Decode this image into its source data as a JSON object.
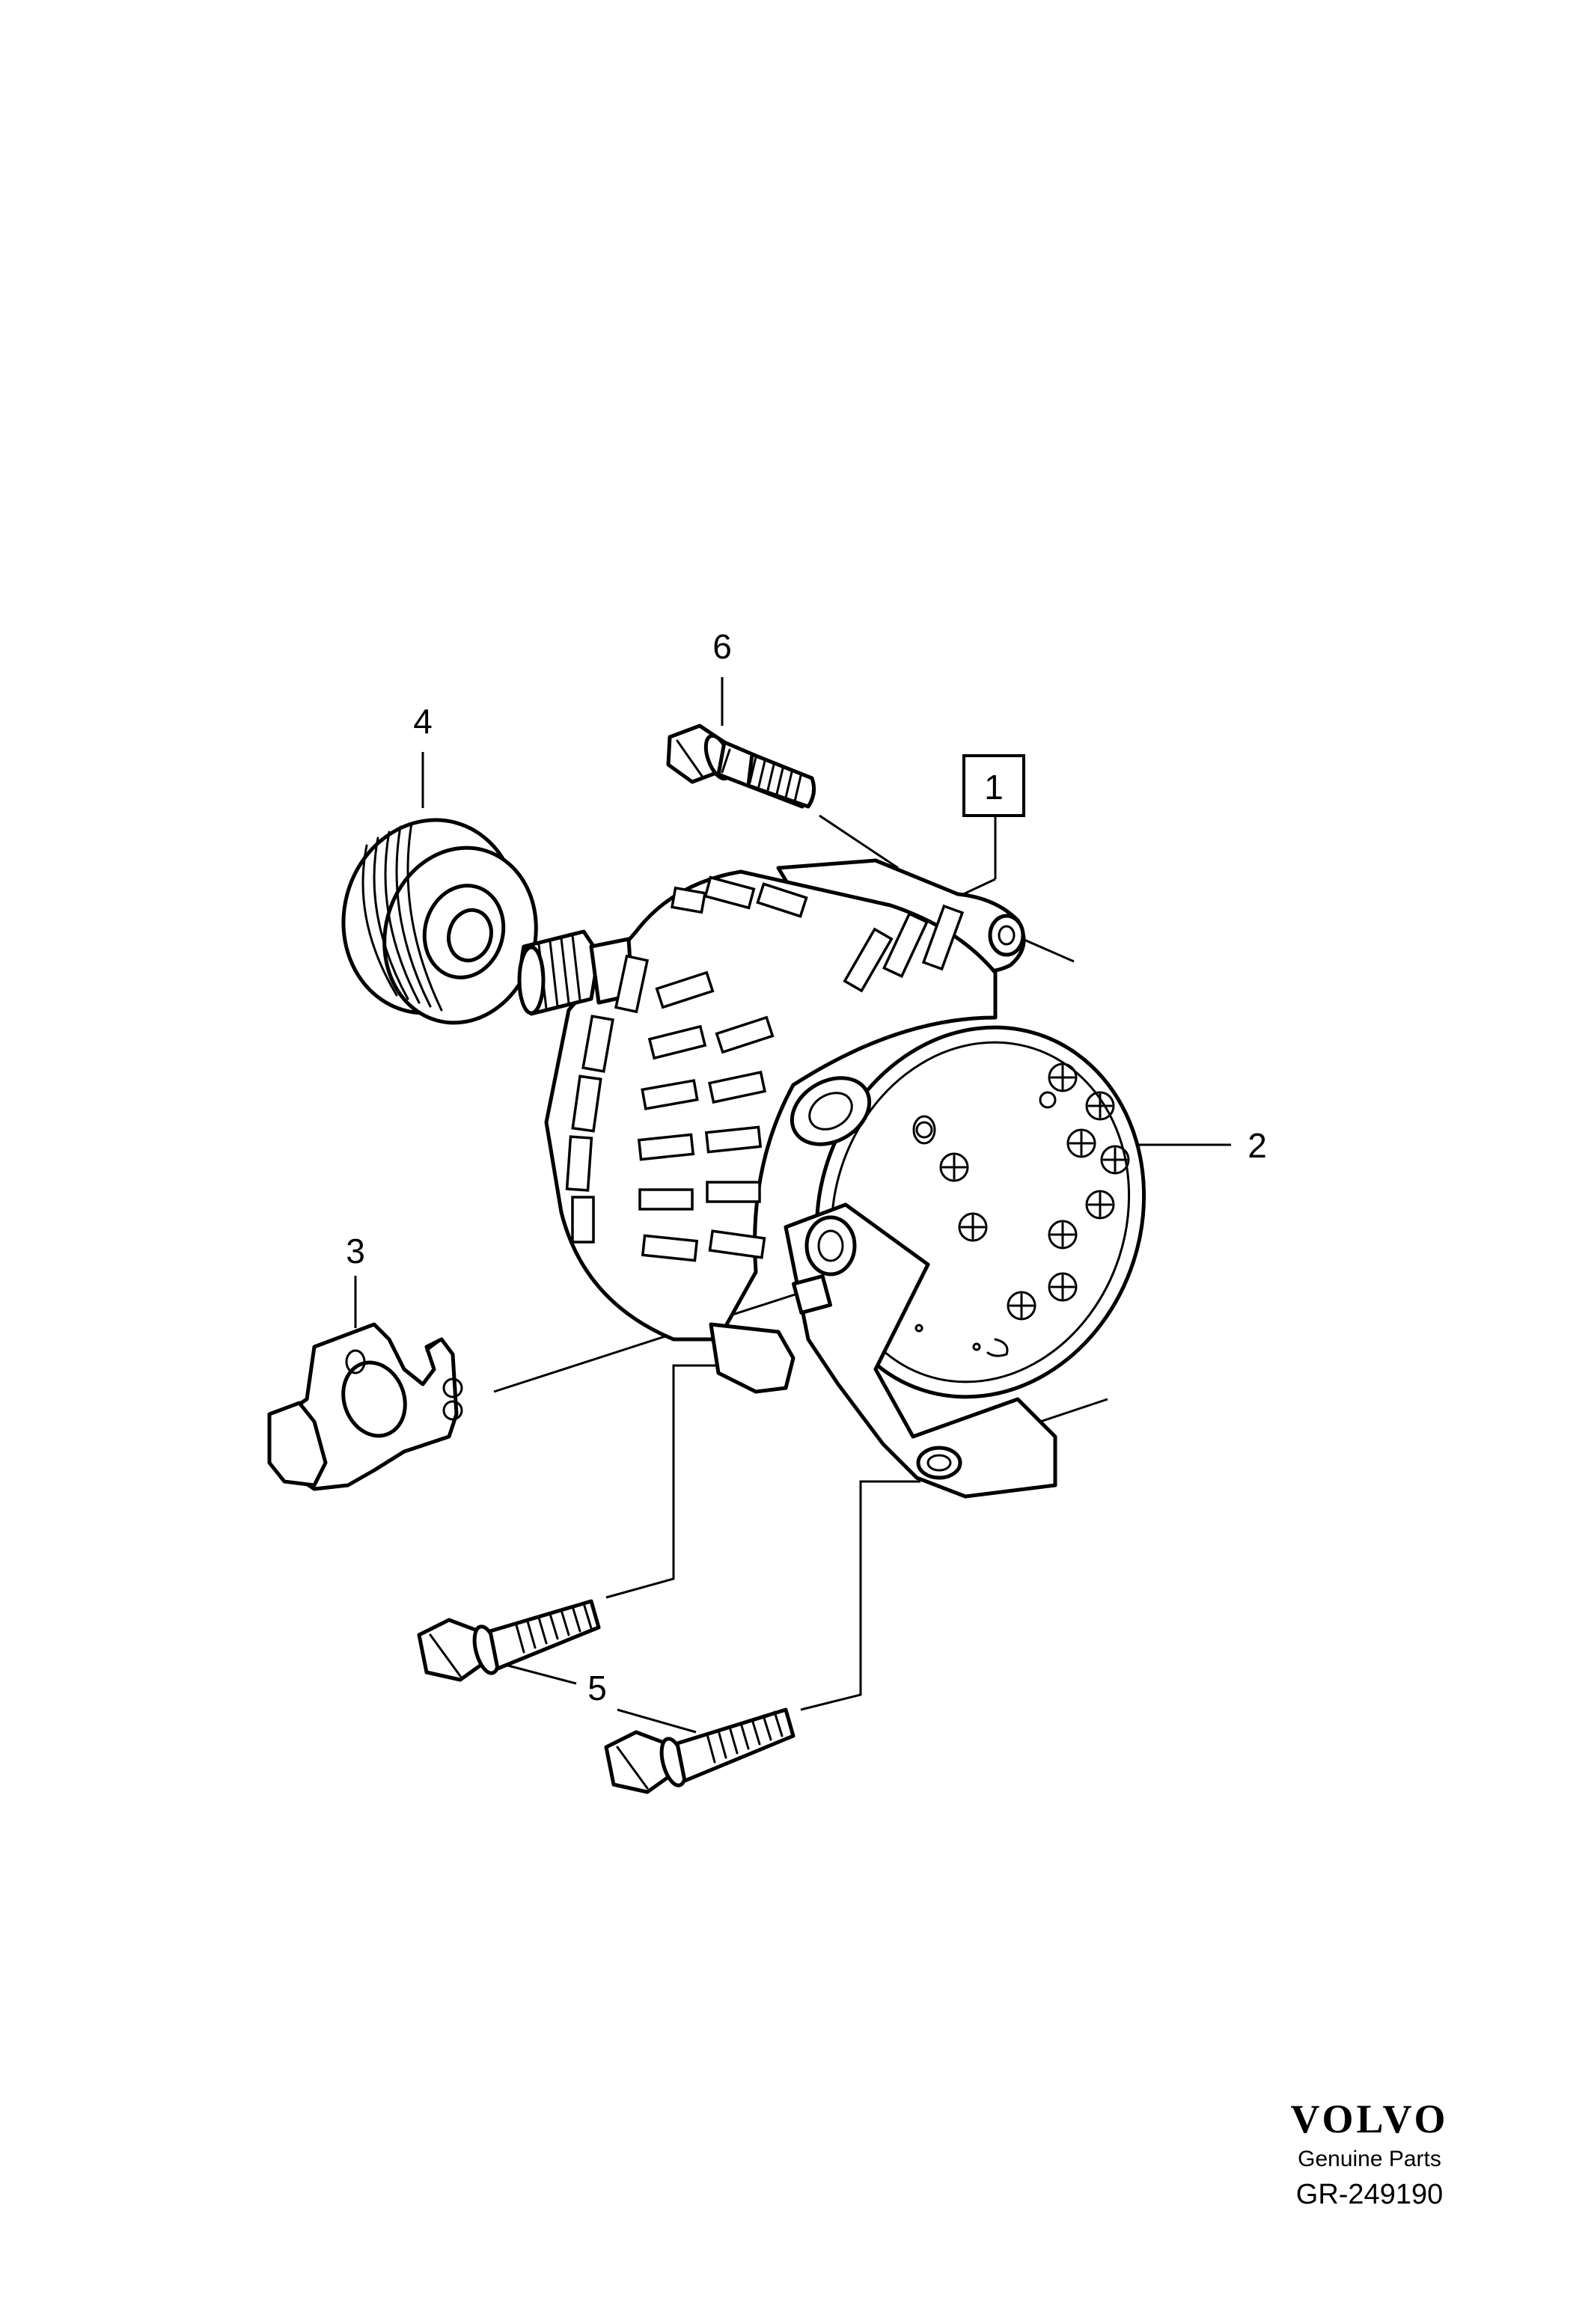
{
  "callouts": {
    "c1": "1",
    "c2": "2",
    "c3": "3",
    "c4": "4",
    "c5": "5",
    "c6": "6"
  },
  "footer": {
    "brand": "VOLVO",
    "subtitle": "Genuine Parts",
    "code": "GR-249190"
  }
}
